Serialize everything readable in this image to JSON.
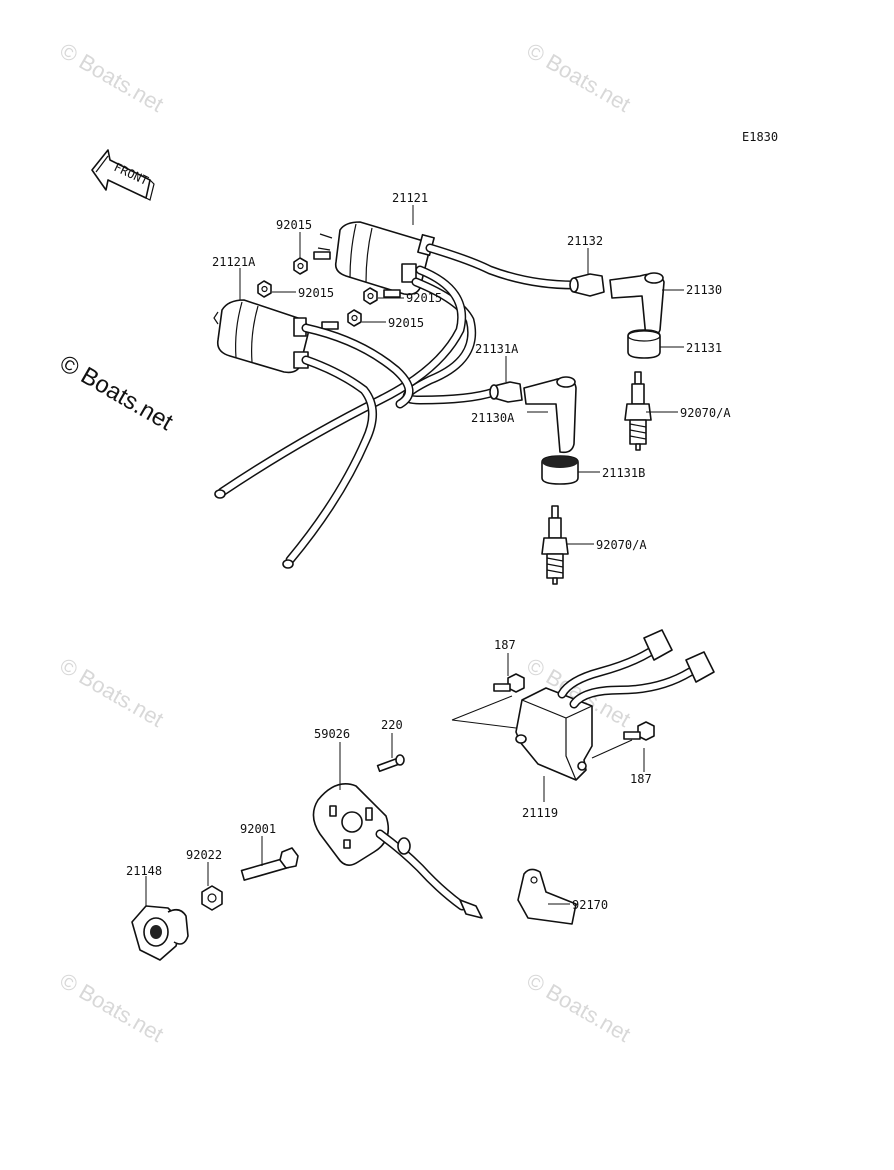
{
  "diagram_code": "E1830",
  "front_label": "FRONT",
  "watermark": "© Boats.net",
  "parts": {
    "p21121": "21121",
    "p21121A": "21121A",
    "p92015_a": "92015",
    "p92015_b": "92015",
    "p92015_c": "92015",
    "p92015_d": "92015",
    "p21132": "21132",
    "p21130": "21130",
    "p21131": "21131",
    "p21131A": "21131A",
    "p21130A": "21130A",
    "p92070A_a": "92070/A",
    "p21131B": "21131B",
    "p92070A_b": "92070/A",
    "p187_a": "187",
    "p187_b": "187",
    "p21119": "21119",
    "p220": "220",
    "p59026": "59026",
    "p92001": "92001",
    "p92022": "92022",
    "p21148": "21148",
    "p92170": "92170"
  }
}
